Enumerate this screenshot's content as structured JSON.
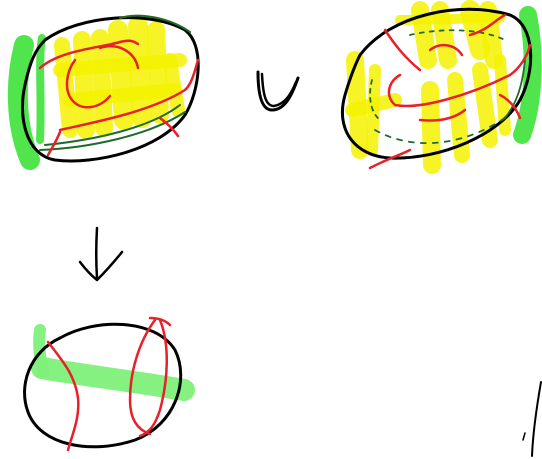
{
  "canvas": {
    "background": "#ffffff"
  },
  "colors": {
    "ink_black": "#000000",
    "ink_red": "#e8202a",
    "ink_dark_green": "#1f6b2a",
    "highlight_yellow": "#f5f200",
    "highlight_green": "#3de23a",
    "highlight_green_soft": "#7ef07a"
  },
  "figures": [
    {
      "name": "torus-left",
      "description_icon": "torus-with-cycles-icon"
    },
    {
      "name": "union-symbol",
      "description_icon": "union-icon"
    },
    {
      "name": "torus-right",
      "description_icon": "torus-with-cycles-icon"
    },
    {
      "name": "down-arrow",
      "description_icon": "arrow-down-icon"
    },
    {
      "name": "result-circle",
      "description_icon": "circle-with-arcs-icon"
    },
    {
      "name": "stray-stroke",
      "description_icon": "pen-stroke-icon"
    }
  ]
}
